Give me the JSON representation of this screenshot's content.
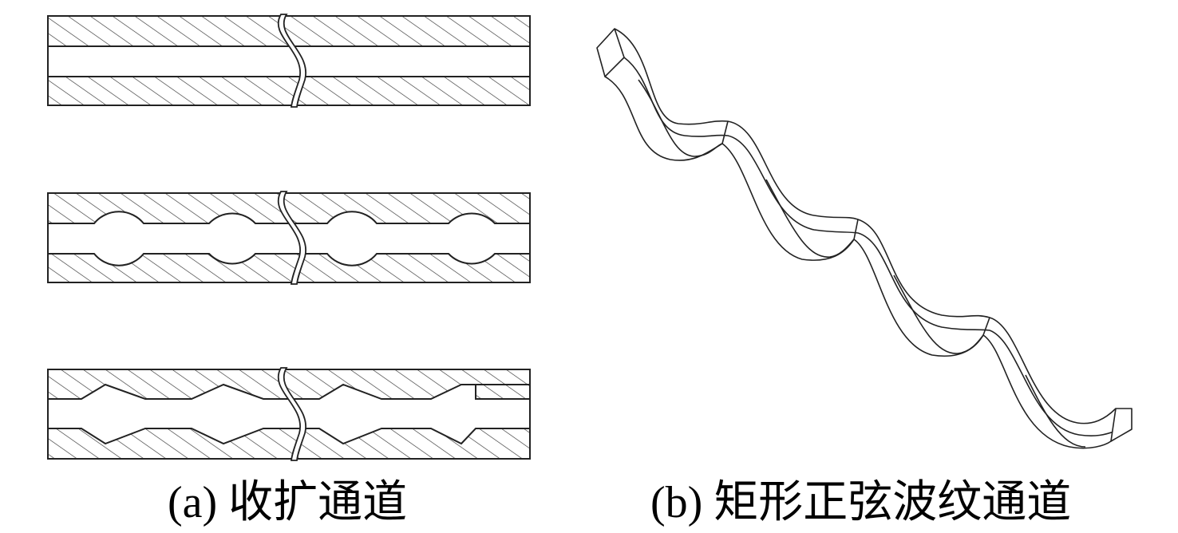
{
  "figure": {
    "panel_a": {
      "caption": "(a) 收扩通道",
      "channels": [
        {
          "type": "straight"
        },
        {
          "type": "circular-cavity"
        },
        {
          "type": "diamond-cavity"
        }
      ]
    },
    "panel_b": {
      "caption": "(b) 矩形正弦波纹通道"
    },
    "colors": {
      "line": "#222222",
      "hatch": "#333333",
      "background": "#ffffff"
    }
  }
}
